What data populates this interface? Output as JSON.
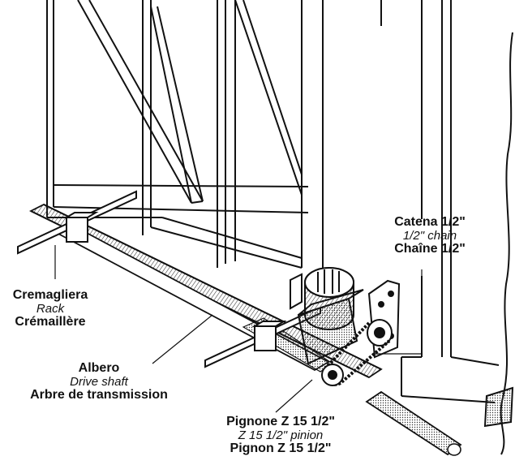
{
  "labels": {
    "rack": {
      "it": "Cremagliera",
      "en": "Rack",
      "fr": "Crémaillère"
    },
    "shaft": {
      "it": "Albero",
      "en": "Drive shaft",
      "fr": "Arbre de transmission"
    },
    "chain": {
      "it": "Catena 1/2\"",
      "en": "1/2\" chain",
      "fr": "Chaîne 1/2\""
    },
    "pinion": {
      "it": "Pignone Z 15 1/2\"",
      "en": "Z 15 1/2\" pinion",
      "fr": "Pignon Z 15 1/2\""
    }
  },
  "colors": {
    "ink": "#111111",
    "paper": "#ffffff",
    "shade": "#8a8a8a"
  }
}
